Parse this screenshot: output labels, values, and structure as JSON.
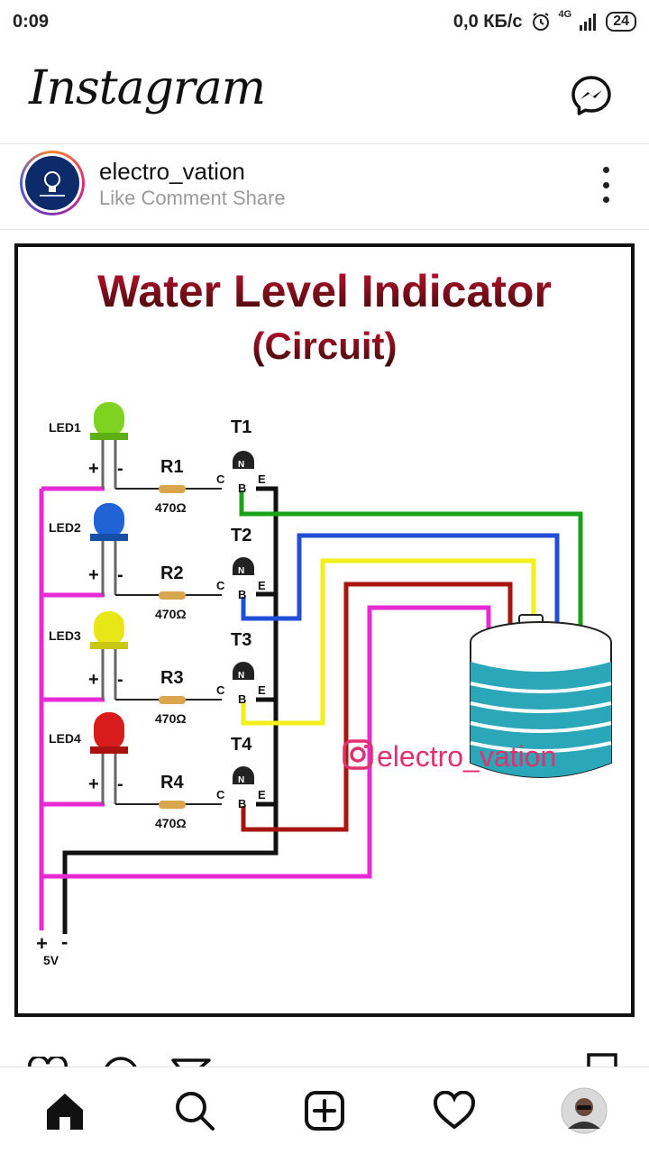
{
  "status_bar": {
    "time": "0:09",
    "network_speed": "0,0 КБ/с",
    "network_type": "4G",
    "battery": "24"
  },
  "header": {
    "logo": "Instagram",
    "messenger_icon": "messenger-icon"
  },
  "post": {
    "username": "electro_vation",
    "subline": "Like Comment Share",
    "image": {
      "title": "Water Level Indicator",
      "subtitle": "(Circuit)",
      "leds": [
        {
          "label": "LED1",
          "color": "#7ed321"
        },
        {
          "label": "LED2",
          "color": "#1f63d6"
        },
        {
          "label": "LED3",
          "color": "#e8e617"
        },
        {
          "label": "LED4",
          "color": "#d81b1b"
        }
      ],
      "resistors": [
        {
          "label": "R1",
          "value": "470Ω"
        },
        {
          "label": "R2",
          "value": "470Ω"
        },
        {
          "label": "R3",
          "value": "470Ω"
        },
        {
          "label": "R4",
          "value": "470Ω"
        }
      ],
      "transistors": [
        "T1",
        "T2",
        "T3",
        "T4"
      ],
      "pin_labels": {
        "c": "C",
        "b": "B",
        "e": "E",
        "n": "N"
      },
      "polarity": {
        "plus": "+",
        "minus": "-"
      },
      "supply": {
        "plus": "+",
        "minus": "-",
        "voltage": "5V"
      },
      "watermark": "electro_vation",
      "wire_colors": {
        "magenta": "#e62ad6",
        "green": "#1aa31a",
        "blue": "#1f4fd6",
        "yellow": "#f3ef1a",
        "red": "#a8140f",
        "black": "#111111"
      }
    }
  },
  "bottom_nav": [
    "home-icon",
    "search-icon",
    "add-post-icon",
    "heart-icon",
    "profile-avatar"
  ]
}
